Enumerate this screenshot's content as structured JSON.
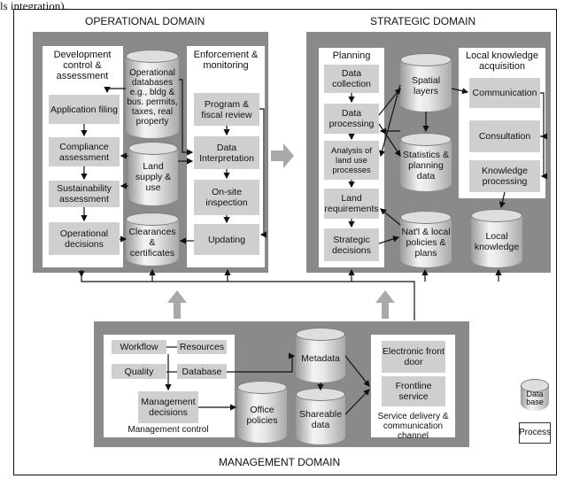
{
  "page": {
    "top_text": "ls integration)."
  },
  "operational": {
    "title": "OPERATIONAL DOMAIN",
    "dev_title": "Development control & assessment",
    "enf_title": "Enforcement & monitoring",
    "boxes": {
      "application": "Application filing",
      "compliance": "Compliance assessment",
      "sustainability": "Sustainability assessment",
      "opdecisions": "Operational decisions",
      "program": "Program & fiscal review",
      "interpretation": "Data Interpretation",
      "onsite": "On-site inspection",
      "updating": "Updating"
    },
    "cylinders": {
      "opdb": "Operational databases e.g., bldg & bus. permits, taxes, real property",
      "land": "Land supply & use",
      "clearances": "Clearances & certificates"
    }
  },
  "strategic": {
    "title": "STRATEGIC DOMAIN",
    "planning_title": "Planning",
    "lka_title": "Local knowledge acquisition",
    "boxes": {
      "collection": "Data collection",
      "processing": "Data processing",
      "analysis": "Analysis of land use processes",
      "requirements": "Land requirements",
      "strategic": "Strategic decisions",
      "communication": "Communication",
      "consultation": "Consultation",
      "knowledge": "Knowledge processing"
    },
    "cylinders": {
      "spatial": "Spatial layers",
      "statistics": "Statistics & planning data",
      "natl": "Nat'l & local policies & plans",
      "local": "Local knowledge"
    }
  },
  "management": {
    "title": "MANAGEMENT DOMAIN",
    "boxes": {
      "workflow": "Workflow",
      "resources": "Resources",
      "quality": "Quality",
      "database": "Database",
      "mgmt": "Management decisions",
      "efd": "Electronic front door",
      "frontline": "Frontline service"
    },
    "cylinders": {
      "office": "Office policies",
      "metadata": "Metadata",
      "shareable": "Shareable data"
    },
    "mgmt_control": "Management control",
    "service_caption": "Service delivery & communication channel"
  },
  "legend": {
    "database": "Data base",
    "process": "Process"
  }
}
